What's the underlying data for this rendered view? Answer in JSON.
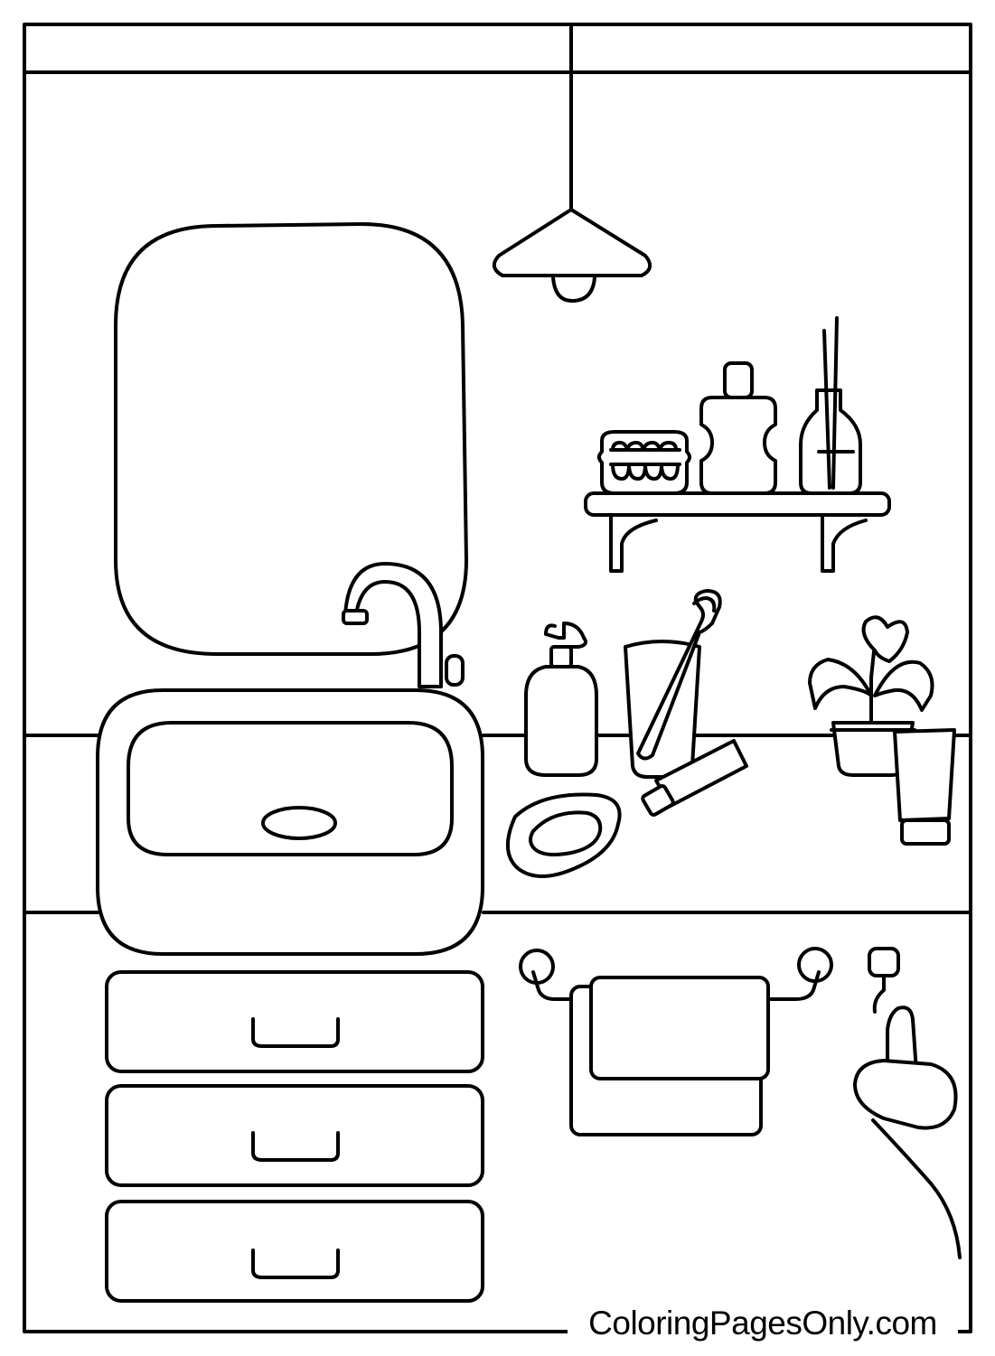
{
  "footer": {
    "watermark": "ColoringPagesOnly.com"
  },
  "palette": {
    "line": "#000000",
    "background": "#ffffff"
  },
  "scene_objects": [
    "pendant-lamp",
    "wall-mirror",
    "wall-shelf",
    "dentures",
    "mouthwash-bottle",
    "reed-diffuser",
    "faucet",
    "sink",
    "soap-dispenser",
    "toothbrush-cup",
    "toothpaste-tube",
    "soap-dish",
    "potted-plant",
    "cream-tube",
    "drawers",
    "towel-rail",
    "hair-dryer"
  ]
}
